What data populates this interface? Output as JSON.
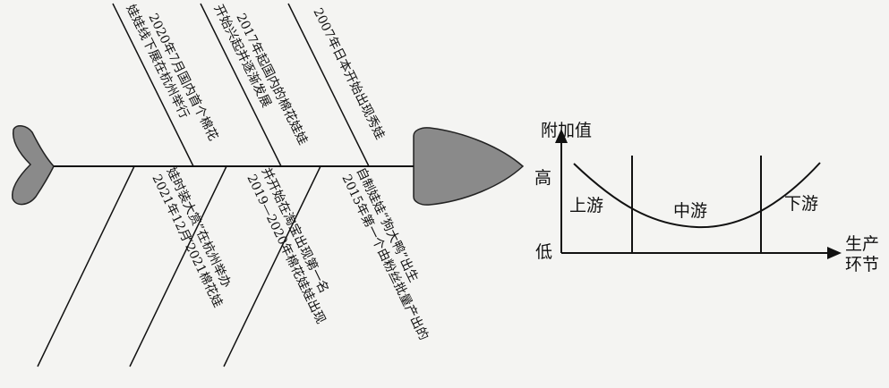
{
  "fishbone": {
    "upper_bones": [
      {
        "lines": [
          "2020年7月国内首个棉花",
          "娃娃线下展在杭州举行"
        ]
      },
      {
        "lines": [
          "2017年起国内的棉花娃娃",
          "开始兴起并逐渐发展"
        ]
      },
      {
        "lines": [
          "2007年日本开始出现秀娃"
        ]
      }
    ],
    "lower_bones": [
      {
        "lines": [
          "2021年12月",
          "“2021棉花娃",
          "娃时装大赏”在杭州举办"
        ]
      },
      {
        "lines": [
          "2019—2020年棉花娃娃出现",
          "并开始在淘宝出现第一名"
        ]
      },
      {
        "lines": [
          "2015年第一个由粉丝批量产出的",
          "自制娃娃“狗大鸭”出生"
        ]
      }
    ]
  },
  "value_chart": {
    "y_axis_title": "附加值",
    "y_high": "高",
    "y_low": "低",
    "x_axis_title_lines": [
      "生产",
      "环节"
    ],
    "regions": [
      "上游",
      "中游",
      "下游"
    ]
  }
}
